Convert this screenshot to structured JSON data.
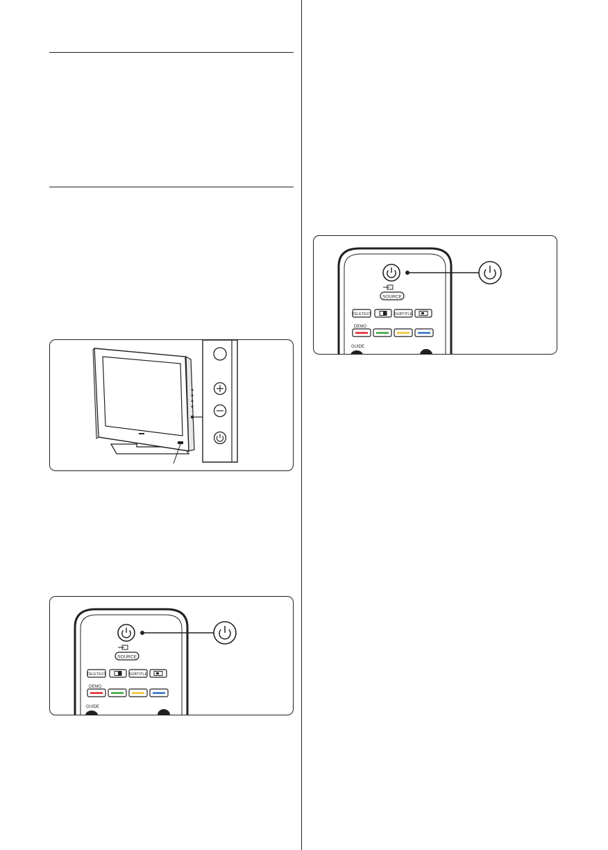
{
  "page": {
    "column_separator": true
  },
  "tv_illustration": {
    "controls": [
      "plus-icon",
      "minus-icon",
      "power-icon"
    ]
  },
  "remote": {
    "source_label": "SOURCE",
    "teletext_label": "TELETEXT",
    "subtitle_label": "SUBTITLE",
    "demo_label": "DEMO",
    "guide_label": "GUIDE",
    "colour_keys": [
      {
        "name": "red",
        "color": "#e0262b"
      },
      {
        "name": "green",
        "color": "#3aa63a"
      },
      {
        "name": "yellow",
        "color": "#f2c12e"
      },
      {
        "name": "blue",
        "color": "#2f6fc0"
      }
    ]
  }
}
